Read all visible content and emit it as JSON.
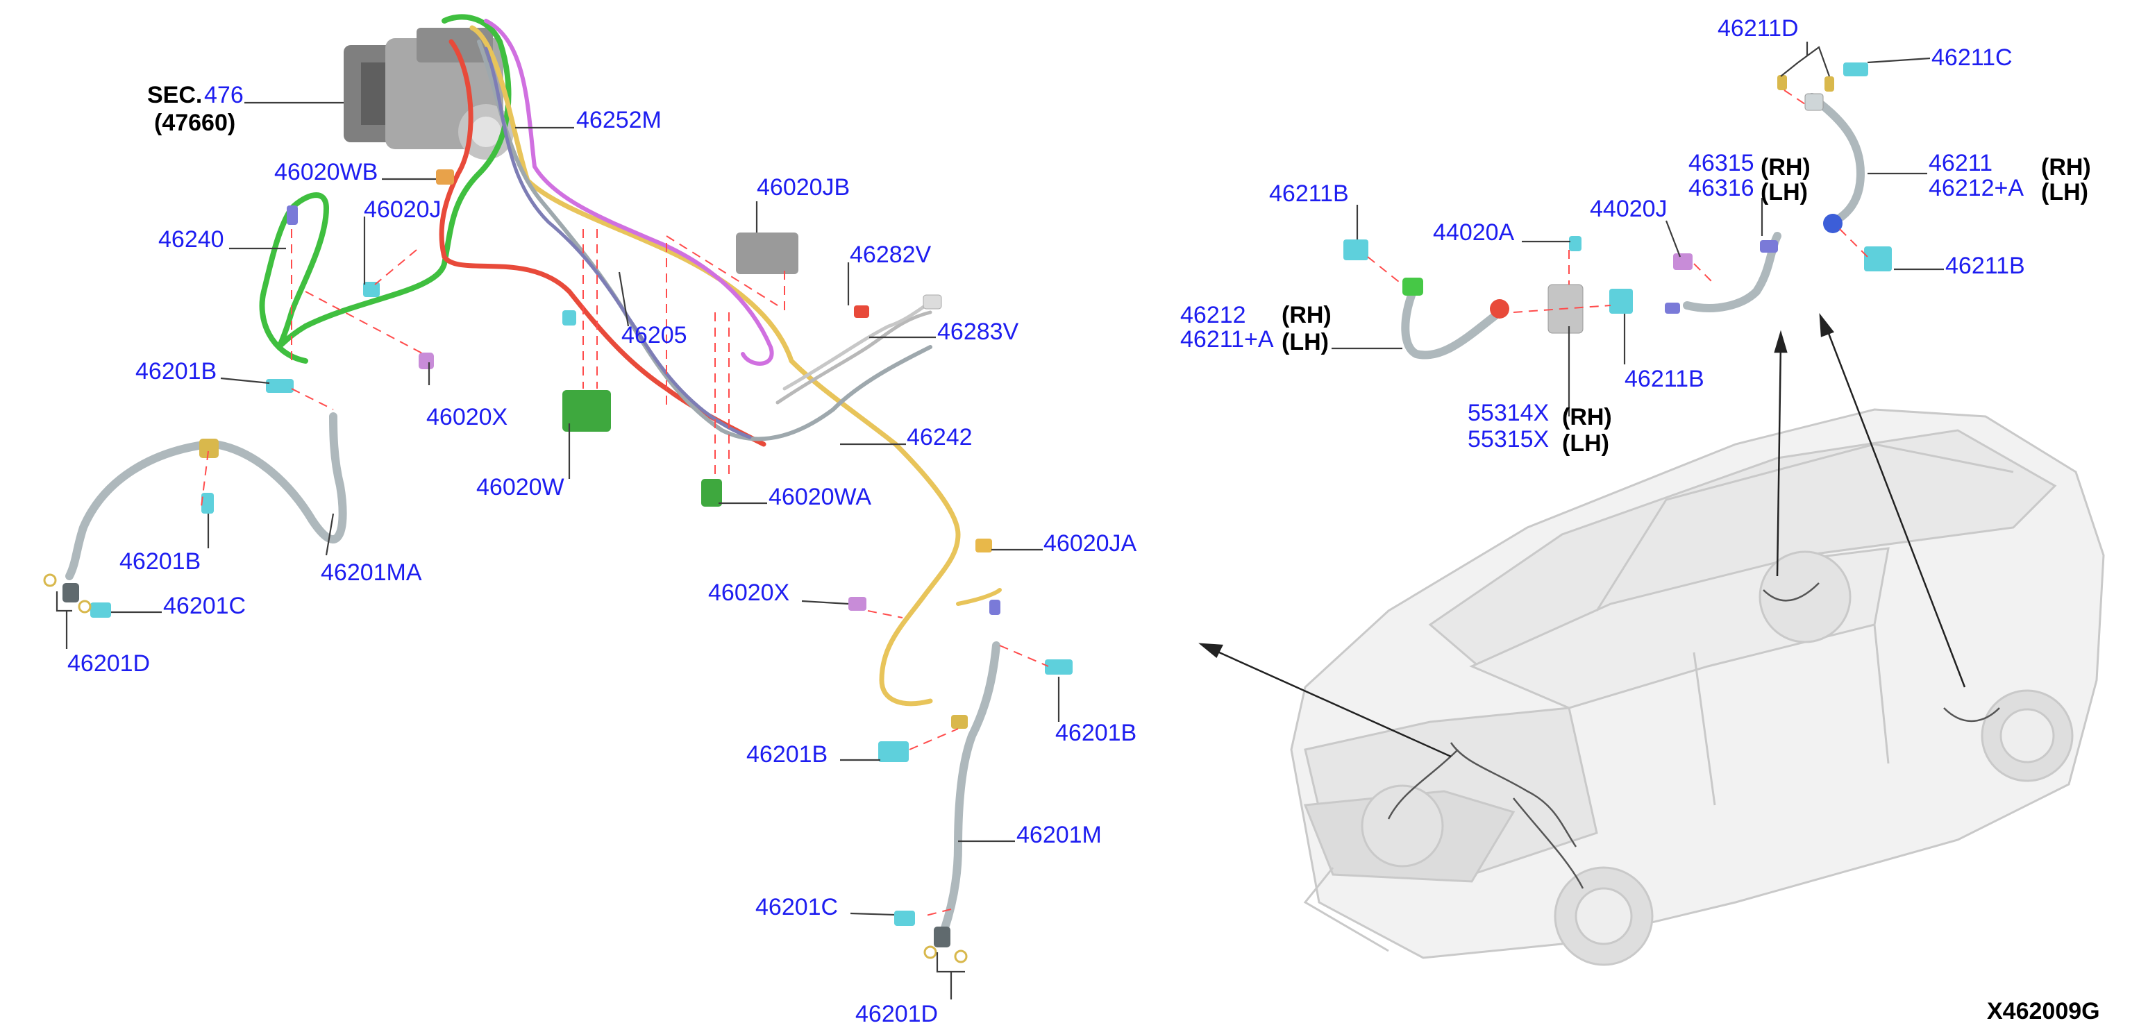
{
  "colors": {
    "part_number": "#1d1df0",
    "suffix": "#000000",
    "leader": "#3c3c3c",
    "guide_dash": "#ff4b4b",
    "green_line": "#46c846",
    "red_line": "#e84a3a",
    "yellow_line": "#e8c45a",
    "purple_line": "#d070e0",
    "clip": "#5ed0dc",
    "hose": "#b9c2c6"
  },
  "labels": {
    "sec_prefix": "SEC.",
    "sec_number": "476",
    "sec_sub": "(47660)",
    "p46252M": "46252M",
    "p46020WB": "46020WB",
    "p46020J_left": "46020J",
    "p46240": "46240",
    "p46020JB": "46020JB",
    "p46282V": "46282V",
    "p46283V": "46283V",
    "p46205": "46205",
    "p46201B_a": "46201B",
    "p46020X_a": "46020X",
    "p46242": "46242",
    "p46020W": "46020W",
    "p46020WA": "46020WA",
    "p46201B_b": "46201B",
    "p46201MA": "46201MA",
    "p46201C_a": "46201C",
    "p46201D_a": "46201D",
    "p46020JA": "46020JA",
    "p46020X_b": "46020X",
    "p46201B_c": "46201B",
    "p46201B_d": "46201B",
    "p46201M": "46201M",
    "p46201C_b": "46201C",
    "p46201D_b": "46201D",
    "p46211D": "46211D",
    "p46211C": "46211C",
    "p46315": "46315",
    "p46316": "46316",
    "p46211": "46211",
    "p46212A": "46212+A",
    "p46211B_a": "46211B",
    "p44020A": "44020A",
    "p44020J": "44020J",
    "p46211B_b": "46211B",
    "p46212": "46212",
    "p46211A": "46211+A",
    "p46211B_c": "46211B",
    "p55314X": "55314X",
    "p55315X": "55315X",
    "rh": "(RH)",
    "lh": "(LH)",
    "figure_code": "X462009G"
  }
}
